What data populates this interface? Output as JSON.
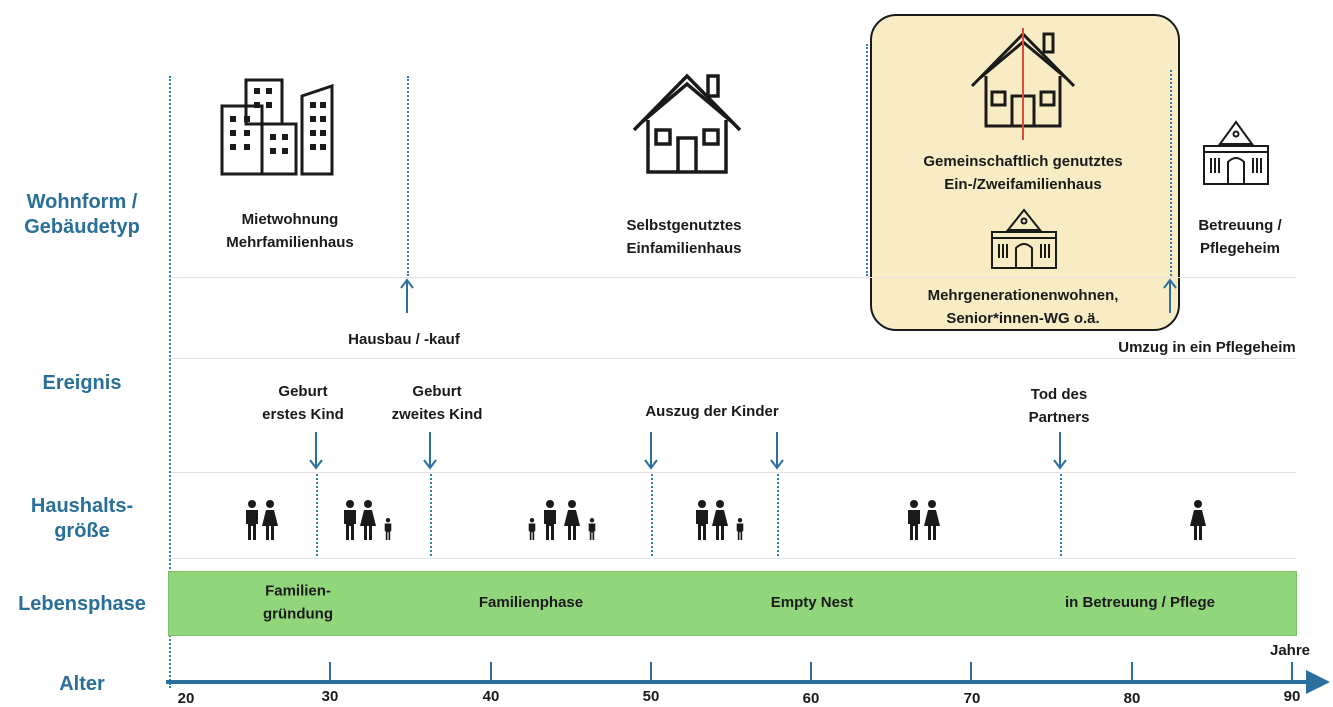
{
  "row_labels": {
    "wohnform": "Wohnform /\nGebäudetyp",
    "ereignis": "Ereignis",
    "haushalt": "Haushalts-\ngröße",
    "lebensphase": "Lebensphase",
    "alter": "Alter"
  },
  "housing": {
    "miet": "Mietwohnung\nMehrfamilienhaus",
    "selbst": "Selbstgenutztes\nEinfamilienhaus",
    "gemein": "Gemeinschaftlich genutztes\nEin-/Zweifamilienhaus",
    "mehrgen": "Mehrgenerationenwohnen,\nSenior*innen-WG o.ä.",
    "pflege": "Betreuung /\nPflegeheim"
  },
  "events": {
    "hausbau": "Hausbau / -kauf",
    "umzug": "Umzug in ein Pflegeheim",
    "geburt1": "Geburt\nerstes Kind",
    "geburt2": "Geburt\nzweites Kind",
    "auszug": "Auszug der Kinder",
    "tod": "Tod des\nPartners"
  },
  "phases": {
    "gruendung": "Familien-\ngründung",
    "familie": "Familienphase",
    "empty": "Empty Nest",
    "betreuung": "in Betreuung / Pflege"
  },
  "axis": {
    "unit": "Jahre",
    "ticks": [
      "20",
      "30",
      "40",
      "50",
      "60",
      "70",
      "80",
      "90"
    ]
  },
  "colors": {
    "label_blue": "#2a6f97",
    "phase_green": "#92d67c",
    "highlight": "#f8ecc4",
    "axis": "#2b6f9e"
  },
  "icons": {
    "apartment": "apartment-buildings-icon",
    "house": "house-icon",
    "shared_house": "shared-house-icon",
    "institution": "institution-building-icon",
    "family": "family-icon"
  }
}
